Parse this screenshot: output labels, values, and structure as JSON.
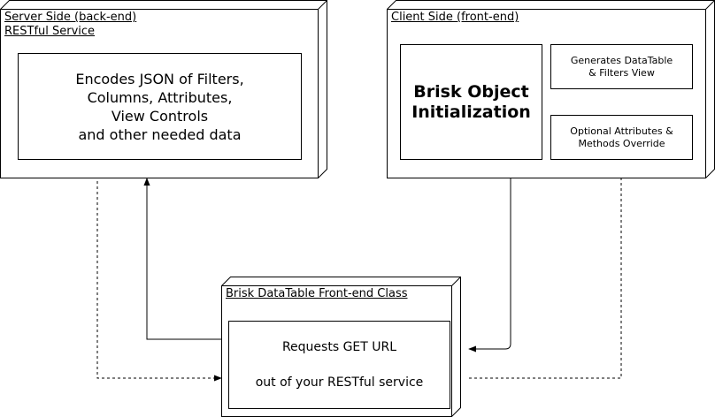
{
  "server_node": {
    "title_lines": [
      "Server Side (back-end)",
      "RESTful Service"
    ],
    "box_lines": [
      "Encodes JSON of Filters,",
      "Columns, Attributes,",
      "View Controls",
      "and other needed data"
    ]
  },
  "client_node": {
    "title": "Client Side (front-end)",
    "init_lines": [
      "Brisk Object",
      "Initialization"
    ],
    "generates_lines": [
      "Generates DataTable",
      "& Filters View"
    ],
    "optional_lines": [
      "Optional Attributes &",
      "Methods Override"
    ]
  },
  "class_node": {
    "title": "Brisk DataTable Front-end Class",
    "request_line1": "Requests GET URL",
    "request_line2": "out of your RESTful service"
  }
}
